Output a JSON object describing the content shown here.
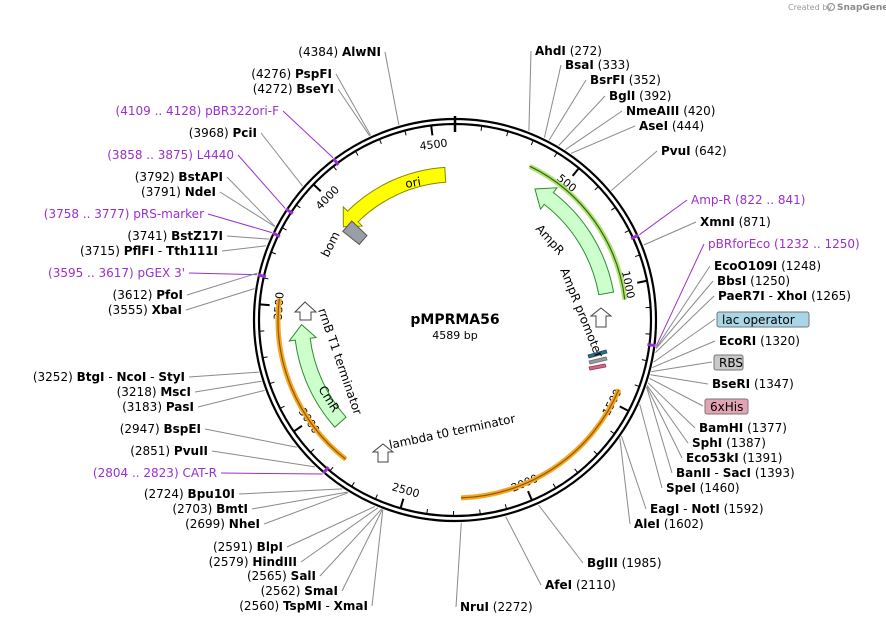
{
  "credit": {
    "created_by": "Created by",
    "brand": "SnapGene"
  },
  "plasmid": {
    "name": "pMPRMA56",
    "length_label": "4589 bp"
  },
  "colors": {
    "purple": "#9a2fd0",
    "ori": "#ffff00",
    "amp": "#ccffcc",
    "cds_border": "#2e8b2e",
    "orange": "#f6a623",
    "bom": "#9a9ea6",
    "lac_operator": "#a9d6e6",
    "rbs": "#c8c8c8",
    "his": "#e4a3b5"
  },
  "ticks": [
    "500",
    "1000",
    "1500",
    "2000",
    "2500",
    "3000",
    "3500",
    "4000",
    "4500"
  ],
  "features": {
    "ori": "ori",
    "ampr": "AmpR",
    "ampr_promoter": "AmpR promoter",
    "bom": "bom",
    "rrnb": "rrnB T1 terminator",
    "cmr": "CmR",
    "lambda": "lambda t0 terminator"
  },
  "labels": [
    {
      "pos": "(4384)",
      "name": "AlwNI"
    },
    {
      "pos": "(4276)",
      "name": "PspFI"
    },
    {
      "pos": "(4272)",
      "name": "BseYI"
    },
    {
      "pos": "(4109 .. 4128)",
      "name": "pBR322ori-F",
      "purple": true
    },
    {
      "pos": "(3968)",
      "name": "PciI"
    },
    {
      "pos": "(3858 .. 3875)",
      "name": "L4440",
      "purple": true
    },
    {
      "pos": "(3792)",
      "name": "BstAPI"
    },
    {
      "pos": "(3791)",
      "name": "NdeI"
    },
    {
      "pos": "(3758 .. 3777)",
      "name": "pRS-marker",
      "purple": true
    },
    {
      "pos": "(3741)",
      "name": "BstZ17I"
    },
    {
      "pos": "(3715)",
      "name": "PflFI",
      "sep": "-",
      "name2": "Tth111I"
    },
    {
      "pos": "(3595 .. 3617)",
      "name": "pGEX 3'",
      "purple": true
    },
    {
      "pos": "(3612)",
      "name": "PfoI"
    },
    {
      "pos": "(3555)",
      "name": "XbaI"
    },
    {
      "pos": "(3252)",
      "name": "BtgI",
      "sep": "-",
      "name2": "NcoI",
      "sep2": "-",
      "name3": "StyI"
    },
    {
      "pos": "(3218)",
      "name": "MscI"
    },
    {
      "pos": "(3183)",
      "name": "PasI"
    },
    {
      "pos": "(2947)",
      "name": "BspEI"
    },
    {
      "pos": "(2851)",
      "name": "PvuII"
    },
    {
      "pos": "(2804 .. 2823)",
      "name": "CAT-R",
      "purple": true
    },
    {
      "pos": "(2724)",
      "name": "Bpu10I"
    },
    {
      "pos": "(2703)",
      "name": "BmtI"
    },
    {
      "pos": "(2699)",
      "name": "NheI"
    },
    {
      "pos": "(2591)",
      "name": "BlpI"
    },
    {
      "pos": "(2579)",
      "name": "HindIII"
    },
    {
      "pos": "(2565)",
      "name": "SalI"
    },
    {
      "pos": "(2562)",
      "name": "SmaI"
    },
    {
      "pos": "(2560)",
      "name": "TspMI",
      "sep": "-",
      "name2": "XmaI"
    },
    {
      "pos": "(2272)",
      "name": "NruI"
    },
    {
      "pos": "(2110)",
      "name": "AfeI"
    },
    {
      "pos": "(1985)",
      "name": "BglII"
    },
    {
      "pos": "(1602)",
      "name": "AleI"
    },
    {
      "pos": "(1592)",
      "name": "EagI",
      "sep": "-",
      "name2": "NotI"
    },
    {
      "pos": "(1460)",
      "name": "SpeI"
    },
    {
      "pos": "(1393)",
      "name": "BanII",
      "sep": "-",
      "name2": "SacI"
    },
    {
      "pos": "(1391)",
      "name": "Eco53kI"
    },
    {
      "pos": "(1387)",
      "name": "SphI"
    },
    {
      "pos": "(1377)",
      "name": "BamHI"
    },
    {
      "box": "6xHis"
    },
    {
      "pos": "(1347)",
      "name": "BseRI"
    },
    {
      "box": "RBS"
    },
    {
      "pos": "(1320)",
      "name": "EcoRI"
    },
    {
      "box": "lac operator"
    },
    {
      "pos": "(1265)",
      "name": "PaeR7I",
      "sep": "-",
      "name2": "XhoI"
    },
    {
      "pos": "(1250)",
      "name": "BbsI"
    },
    {
      "pos": "(1248)",
      "name": "EcoO109I"
    },
    {
      "pos": "(1232 .. 1250)",
      "name": "pBRforEco",
      "purple": true
    },
    {
      "pos": "(871)",
      "name": "XmnI"
    },
    {
      "pos": "(822 .. 841)",
      "name": "Amp-R",
      "purple": true
    },
    {
      "pos": "(642)",
      "name": "PvuI"
    },
    {
      "pos": "(444)",
      "name": "AseI"
    },
    {
      "pos": "(420)",
      "name": "NmeAIII"
    },
    {
      "pos": "(392)",
      "name": "BglI"
    },
    {
      "pos": "(352)",
      "name": "BsrFI"
    },
    {
      "pos": "(333)",
      "name": "BsaI"
    },
    {
      "pos": "(272)",
      "name": "AhdI"
    }
  ]
}
